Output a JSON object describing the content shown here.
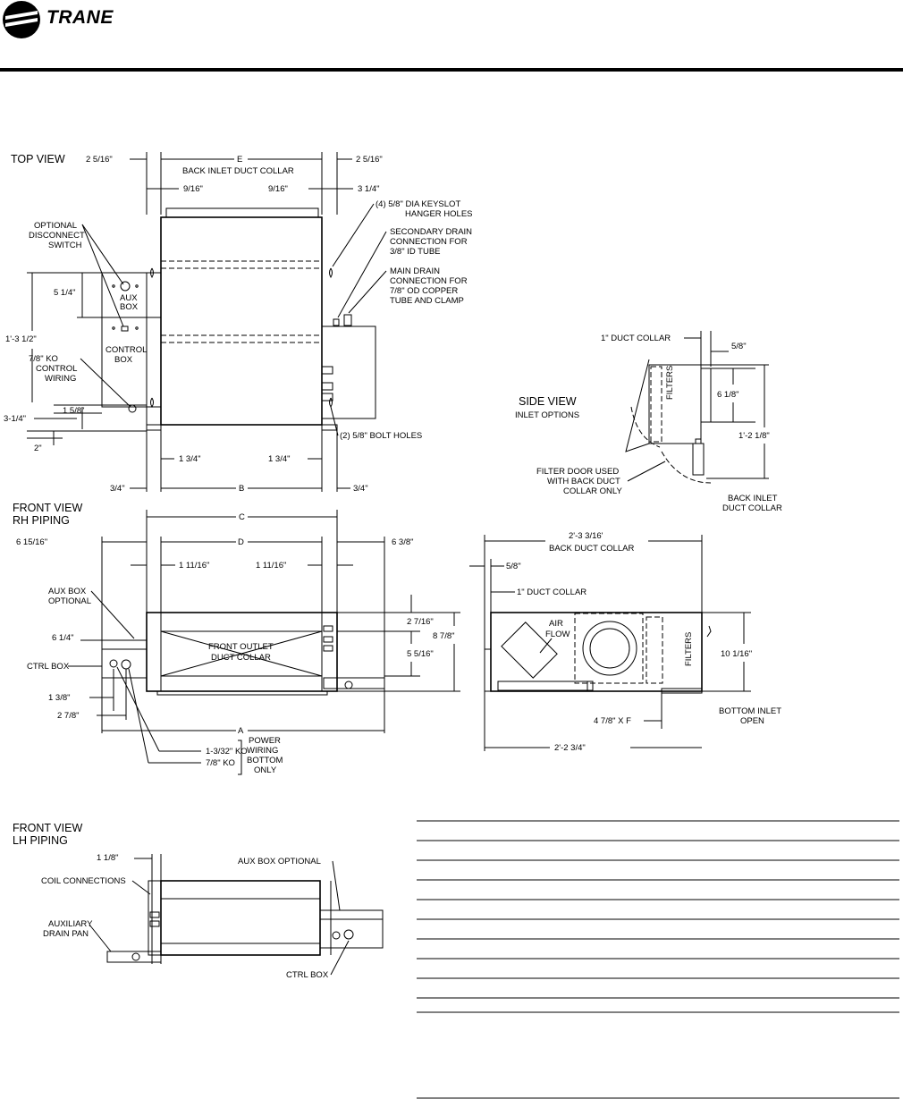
{
  "header": {
    "brand": "TRANE"
  },
  "top_view": {
    "title": "TOP VIEW",
    "dim_left_offset": "2 5/16\"",
    "dim_right_offset": "2 5/16\"",
    "dim_e": "E",
    "back_inlet_label": "BACK INLET DUCT COLLAR",
    "dim_9_16_left": "9/16\"",
    "dim_9_16_right": "9/16\"",
    "dim_3_1_4": "3 1/4\"",
    "keyslot_line1": "(4) 5/8\" DIA KEYSLOT",
    "keyslot_line2": "HANGER HOLES",
    "secondary_drain_line1": "SECONDARY DRAIN",
    "secondary_drain_line2": "CONNECTION FOR",
    "secondary_drain_line3": "3/8\" ID TUBE",
    "main_drain_line1": "MAIN DRAIN",
    "main_drain_line2": "CONNECTION FOR",
    "main_drain_line3": "7/8\" OD COPPER",
    "main_drain_line4": "TUBE AND CLAMP",
    "optional_line1": "OPTIONAL",
    "optional_line2": "DISCONNECT",
    "optional_line3": "SWITCH",
    "aux_line1": "AUX",
    "aux_line2": "BOX",
    "control_line1": "CONTROL",
    "control_line2": "BOX",
    "dim_5_1_4": "5 1/4\"",
    "dim_1_3_1_2": "1'-3 1/2\"",
    "ko_line1": "7/8\" KO",
    "ko_line2": "CONTROL",
    "ko_line3": "WIRING",
    "dim_1_5_8": "1 5/8\"",
    "dim_3_1_4_b": "3-1/4\"",
    "dim_2": "2\"",
    "bolt_holes": "(2) 5/8\" BOLT HOLES",
    "dim_1_3_4_left": "1 3/4\"",
    "dim_1_3_4_right": "1 3/4\"",
    "dim_3_4_left": "3/4\"",
    "dim_b": "B",
    "dim_3_4_right": "3/4\""
  },
  "side_view": {
    "title": "SIDE VIEW",
    "subtitle": "INLET OPTIONS",
    "duct_collar": "1\" DUCT COLLAR",
    "dim_5_8": "5/8\"",
    "filters": "FILTERS",
    "dim_6_1_8": "6 1/8\"",
    "dim_1_2_1_8": "1'-2 1/8\"",
    "filter_door_line1": "FILTER DOOR USED",
    "filter_door_line2": "WITH BACK DUCT",
    "filter_door_line3": "COLLAR ONLY",
    "back_inlet_line1": "BACK INLET",
    "back_inlet_line2": "DUCT COLLAR"
  },
  "front_rh": {
    "title_line1": "FRONT VIEW",
    "title_line2": "RH PIPING",
    "dim_c": "C",
    "dim_6_15_16": "6 15/16\"",
    "dim_d": "D",
    "dim_6_3_8": "6 3/8\"",
    "dim_1_11_16_left": "1 11/16\"",
    "dim_1_11_16_right": "1 11/16\"",
    "aux_line1": "AUX BOX",
    "aux_line2": "OPTIONAL",
    "dim_6_1_4": "6 1/4\"",
    "outlet_line1": "FRONT OUTLET",
    "outlet_line2": "DUCT COLLAR",
    "dim_2_7_16": "2 7/16\"",
    "dim_8_7_8": "8 7/8\"",
    "dim_5_5_16": "5 5/16\"",
    "ctrl_box": "CTRL BOX",
    "dim_1_3_8": "1 3/8\"",
    "dim_2_7_8": "2 7/8\"",
    "dim_a": "A",
    "ko_large": "1-3/32\" KO",
    "ko_small": "7/8\" KO",
    "power_line1": "POWER",
    "power_line2": "WIRING",
    "power_line3": "BOTTOM",
    "power_line4": "ONLY"
  },
  "bottom_side": {
    "back_collar_line1": "2'-3 3/16'",
    "back_collar_line2": "BACK DUCT COLLAR",
    "dim_5_8": "5/8\"",
    "duct_collar": "1\" DUCT COLLAR",
    "air_line1": "AIR",
    "air_line2": "FLOW",
    "filters": "FILTERS",
    "dim_10_1_16": "10 1/16\"",
    "dim_4_7_8_f": "4 7/8\" X F",
    "bottom_inlet_line1": "BOTTOM INLET",
    "bottom_inlet_line2": "OPEN",
    "dim_2_2_3_4": "2'-2 3/4\""
  },
  "front_lh": {
    "title_line1": "FRONT VIEW",
    "title_line2": "LH PIPING",
    "dim_1_1_8": "1 1/8\"",
    "aux_optional": "AUX BOX OPTIONAL",
    "coil_connections": "COIL CONNECTIONS",
    "aux_drain_line1": "AUXILIARY",
    "aux_drain_line2": "DRAIN PAN",
    "ctrl_box": "CTRL BOX"
  },
  "table": {
    "ruled_rows": 11
  }
}
